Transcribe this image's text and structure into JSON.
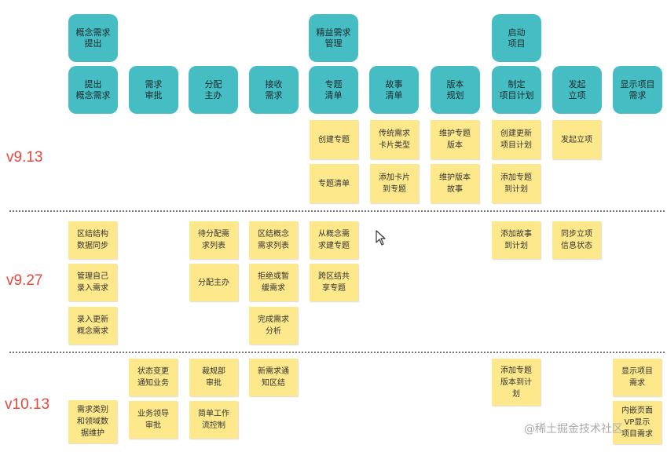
{
  "top_headers": {
    "concept": "概念需求\n提出",
    "refine": "精益需求\n管理",
    "start": "启动\n项目"
  },
  "stages": {
    "s1": "提出\n概念需求",
    "s2": "需求\n审批",
    "s3": "分配\n主办",
    "s4": "接收\n需求",
    "s5": "专题\n清单",
    "s6": "故事\n清单",
    "s7": "版本\n规划",
    "s8": "制定\n项目计划",
    "s9": "发起\n立项",
    "s10": "显示项目\n需求"
  },
  "versions": {
    "v1": "v9.13",
    "v2": "v9.27",
    "v3": "v10.13"
  },
  "notes": {
    "n1": "创建专题",
    "n2": "专题清单",
    "n3": "传统需求\n卡片类型",
    "n4": "添加卡片\n到专题",
    "n5": "维护专题\n版本",
    "n6": "维护版本\n故事",
    "n7": "创建更新\n项目计划",
    "n8": "添加专题\n到计划",
    "n9": "发起立项",
    "n10": "区结结构\n数据同步",
    "n11": "管理自己\n录入需求",
    "n12": "录入更新\n概念需求",
    "n13": "待分配需\n求列表",
    "n14": "分配主办",
    "n15": "区结概念\n需求列表",
    "n16": "拒绝或暂\n缓需求",
    "n17": "完成需求\n分析",
    "n18": "从概念需\n求建专题",
    "n19": "跨区结共\n享专题",
    "n20": "添加故事\n到计划",
    "n21": "同步立项\n信息状态",
    "n22": "需求类别\n和领域数\n据维护",
    "n23": "状态变更\n通知业务",
    "n24": "业务领导\n审批",
    "n25": "裁规部\n审批",
    "n26": "简单工作\n流控制",
    "n27": "新需求通\n知区结",
    "n28": "添加专题\n版本到计\n划",
    "n29": "显示项目\n需求",
    "n30": "内嵌页面\nVP显示\n项目需求"
  },
  "watermark": "@稀土掘金技术社区",
  "colors": {
    "stage": "#46bcc3",
    "note": "#fde98b",
    "version": "#e8473c"
  }
}
